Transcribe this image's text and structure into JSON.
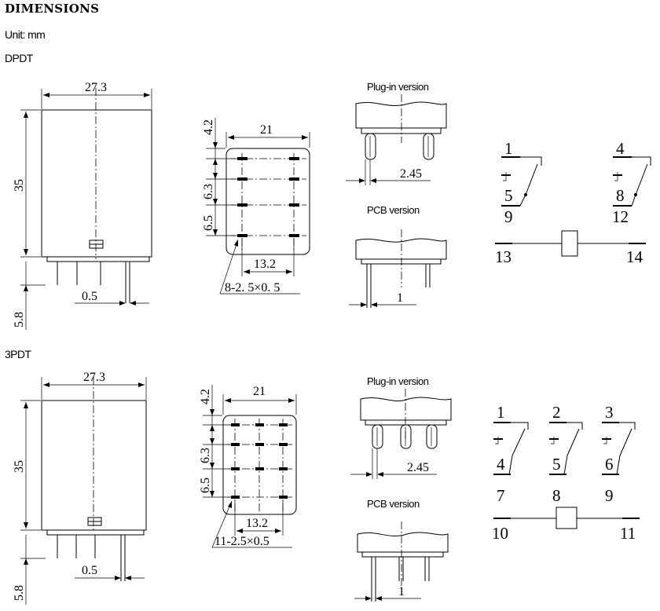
{
  "header": {
    "title": "DIMENSIONS",
    "unit": "Unit: mm"
  },
  "dpdt": {
    "label": "DPDT",
    "side": {
      "width": "27.3",
      "height": "35",
      "pin_length": "5.8",
      "pin_thickness": "0.5"
    },
    "footprint": {
      "width": "21",
      "edge": "4.2",
      "pitch_a": "6.3",
      "pitch_b": "6.5",
      "row_span": "13.2",
      "slots": "8-2. 5×0. 5"
    },
    "plugin": {
      "caption": "Plug-in version",
      "dim": "2.45"
    },
    "pcb": {
      "caption": "PCB version",
      "dim": "1"
    },
    "schematic": {
      "pins": [
        "1",
        "5",
        "9",
        "4",
        "8",
        "12",
        "13",
        "14"
      ]
    }
  },
  "tpdt": {
    "label": "3PDT",
    "side": {
      "width": "27.3",
      "height": "35",
      "pin_length": "5.8",
      "pin_thickness": "0.5"
    },
    "footprint": {
      "width": "21",
      "edge": "4.2",
      "pitch_a": "6.3",
      "pitch_b": "6.5",
      "row_span": "13.2",
      "slots": "11-2.5×0.5"
    },
    "plugin": {
      "caption": "Plug-in version",
      "dim": "2.45"
    },
    "pcb": {
      "caption": "PCB version",
      "dim": "1"
    },
    "schematic": {
      "pins": [
        "1",
        "2",
        "3",
        "4",
        "5",
        "6",
        "7",
        "8",
        "9",
        "10",
        "11"
      ]
    }
  }
}
